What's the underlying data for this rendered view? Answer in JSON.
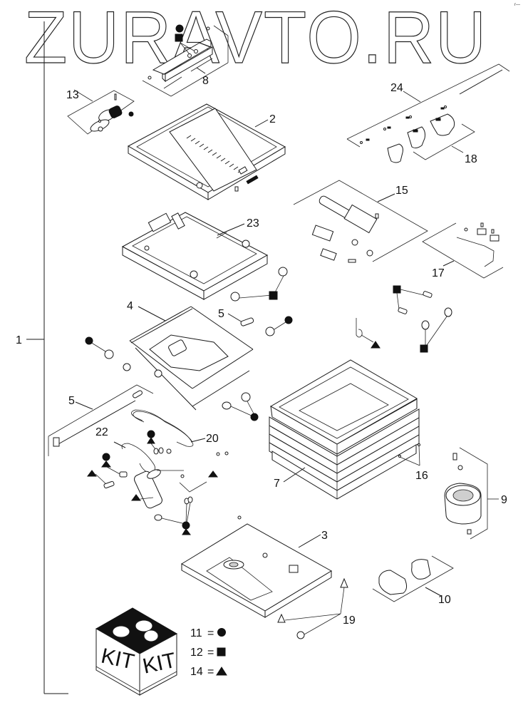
{
  "watermark": "ZURAVTO.RU",
  "corner_mark": "r—",
  "diagram": {
    "type": "exploded-parts-diagram",
    "subject": "Suspension seat assembly",
    "callouts": [
      {
        "id": "1",
        "label": "1"
      },
      {
        "id": "2",
        "label": "2"
      },
      {
        "id": "3",
        "label": "3"
      },
      {
        "id": "4",
        "label": "4"
      },
      {
        "id": "5a",
        "label": "5"
      },
      {
        "id": "5b",
        "label": "5"
      },
      {
        "id": "7",
        "label": "7"
      },
      {
        "id": "8",
        "label": "8"
      },
      {
        "id": "9",
        "label": "9"
      },
      {
        "id": "10",
        "label": "10"
      },
      {
        "id": "13",
        "label": "13"
      },
      {
        "id": "15",
        "label": "15"
      },
      {
        "id": "16",
        "label": "16"
      },
      {
        "id": "17",
        "label": "17"
      },
      {
        "id": "18",
        "label": "18"
      },
      {
        "id": "19",
        "label": "19"
      },
      {
        "id": "20",
        "label": "20"
      },
      {
        "id": "22",
        "label": "22"
      },
      {
        "id": "23",
        "label": "23"
      },
      {
        "id": "24",
        "label": "24"
      }
    ]
  },
  "kit": {
    "left_text": "KIT",
    "right_text": "KIT"
  },
  "legend": [
    {
      "number": "11",
      "equals": "=",
      "symbol": "circle",
      "glyph": "●"
    },
    {
      "number": "12",
      "equals": "=",
      "symbol": "square",
      "glyph": "■"
    },
    {
      "number": "14",
      "equals": "=",
      "symbol": "triangle",
      "glyph": "▲"
    }
  ]
}
